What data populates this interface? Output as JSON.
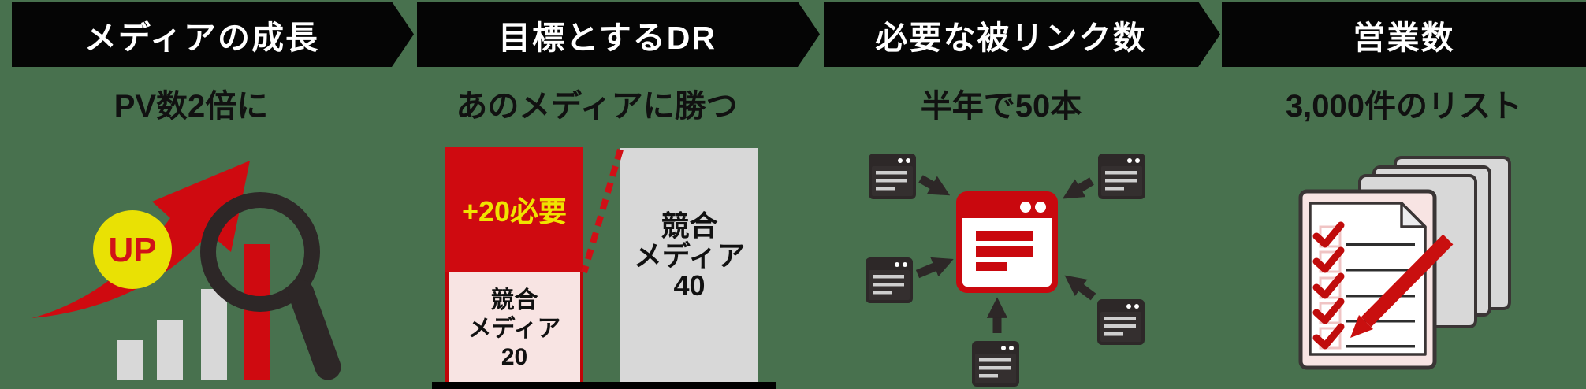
{
  "app": {
    "background_color": "#48714e",
    "banner_color": "#050505"
  },
  "steps": [
    {
      "banner_label": "メディアの成長",
      "subtitle": "PV数2倍に",
      "badge": "UP"
    },
    {
      "banner_label": "目標とするDR",
      "subtitle": "あのメディアに勝つ"
    },
    {
      "banner_label": "必要な被リンク数",
      "subtitle": "半年で50本"
    },
    {
      "banner_label": "営業数",
      "subtitle": "3,000件のリスト"
    }
  ],
  "chart_data": {
    "type": "bar",
    "stacked": true,
    "title": "あのメディアに勝つ",
    "ylim": [
      0,
      40
    ],
    "grid": false,
    "bars": [
      {
        "segments": [
          {
            "label_lines": [
              "競合",
              "メディア",
              "20"
            ],
            "value": 20,
            "color": "#f8e4e3"
          },
          {
            "label": "+20必要",
            "value": 20,
            "color": "#cf0a10",
            "label_color": "#f0e300"
          }
        ],
        "total": 40
      },
      {
        "segments": [
          {
            "label_lines": [
              "競合",
              "メディア",
              "40"
            ],
            "value": 40,
            "color": "#d8d8d8"
          }
        ],
        "total": 40
      }
    ],
    "annotations": [
      {
        "type": "dashed-line",
        "color": "#d10f16",
        "from": "top of 40 bar",
        "to": "20 level of left bar"
      }
    ]
  },
  "colors": {
    "red": "#cf0a10",
    "pink": "#f8e4e3",
    "yellow_badge": "#e9e104",
    "yellow_text": "#f0e300",
    "grey": "#d8d8d8",
    "dark_icon": "#2d2727"
  }
}
